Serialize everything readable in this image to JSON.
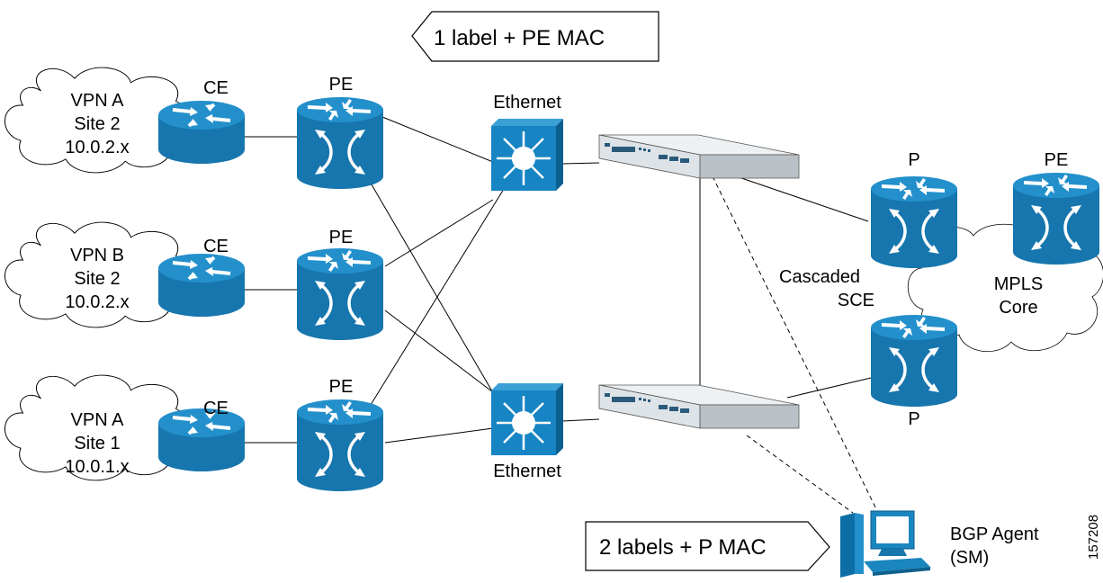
{
  "callouts": {
    "top": "1 label + PE MAC",
    "bottom": "2 labels + P MAC"
  },
  "sites": [
    {
      "lines": [
        "VPN A",
        "Site 2",
        "10.0.2.x"
      ],
      "router_label": "CE"
    },
    {
      "lines": [
        "VPN B",
        "Site 2",
        "10.0.2.x"
      ],
      "router_label": "CE"
    },
    {
      "lines": [
        "VPN A",
        "Site 1",
        "10.0.1.x"
      ],
      "router_label": "CE"
    }
  ],
  "pe_routers": [
    "PE",
    "PE",
    "PE"
  ],
  "ethernet_switches": [
    "Ethernet",
    "Ethernet"
  ],
  "sce": {
    "line1": "Cascaded",
    "line2": "SCE"
  },
  "core": {
    "line1": "MPLS",
    "line2": "Core",
    "p_top": "P",
    "p_bottom": "P",
    "pe": "PE"
  },
  "agent": {
    "line1": "BGP Agent",
    "line2": "(SM)"
  },
  "figure_id": "157208",
  "colors": {
    "router_blue": "#1a86bf",
    "router_dark": "#0e6a9c",
    "line": "#000000"
  }
}
